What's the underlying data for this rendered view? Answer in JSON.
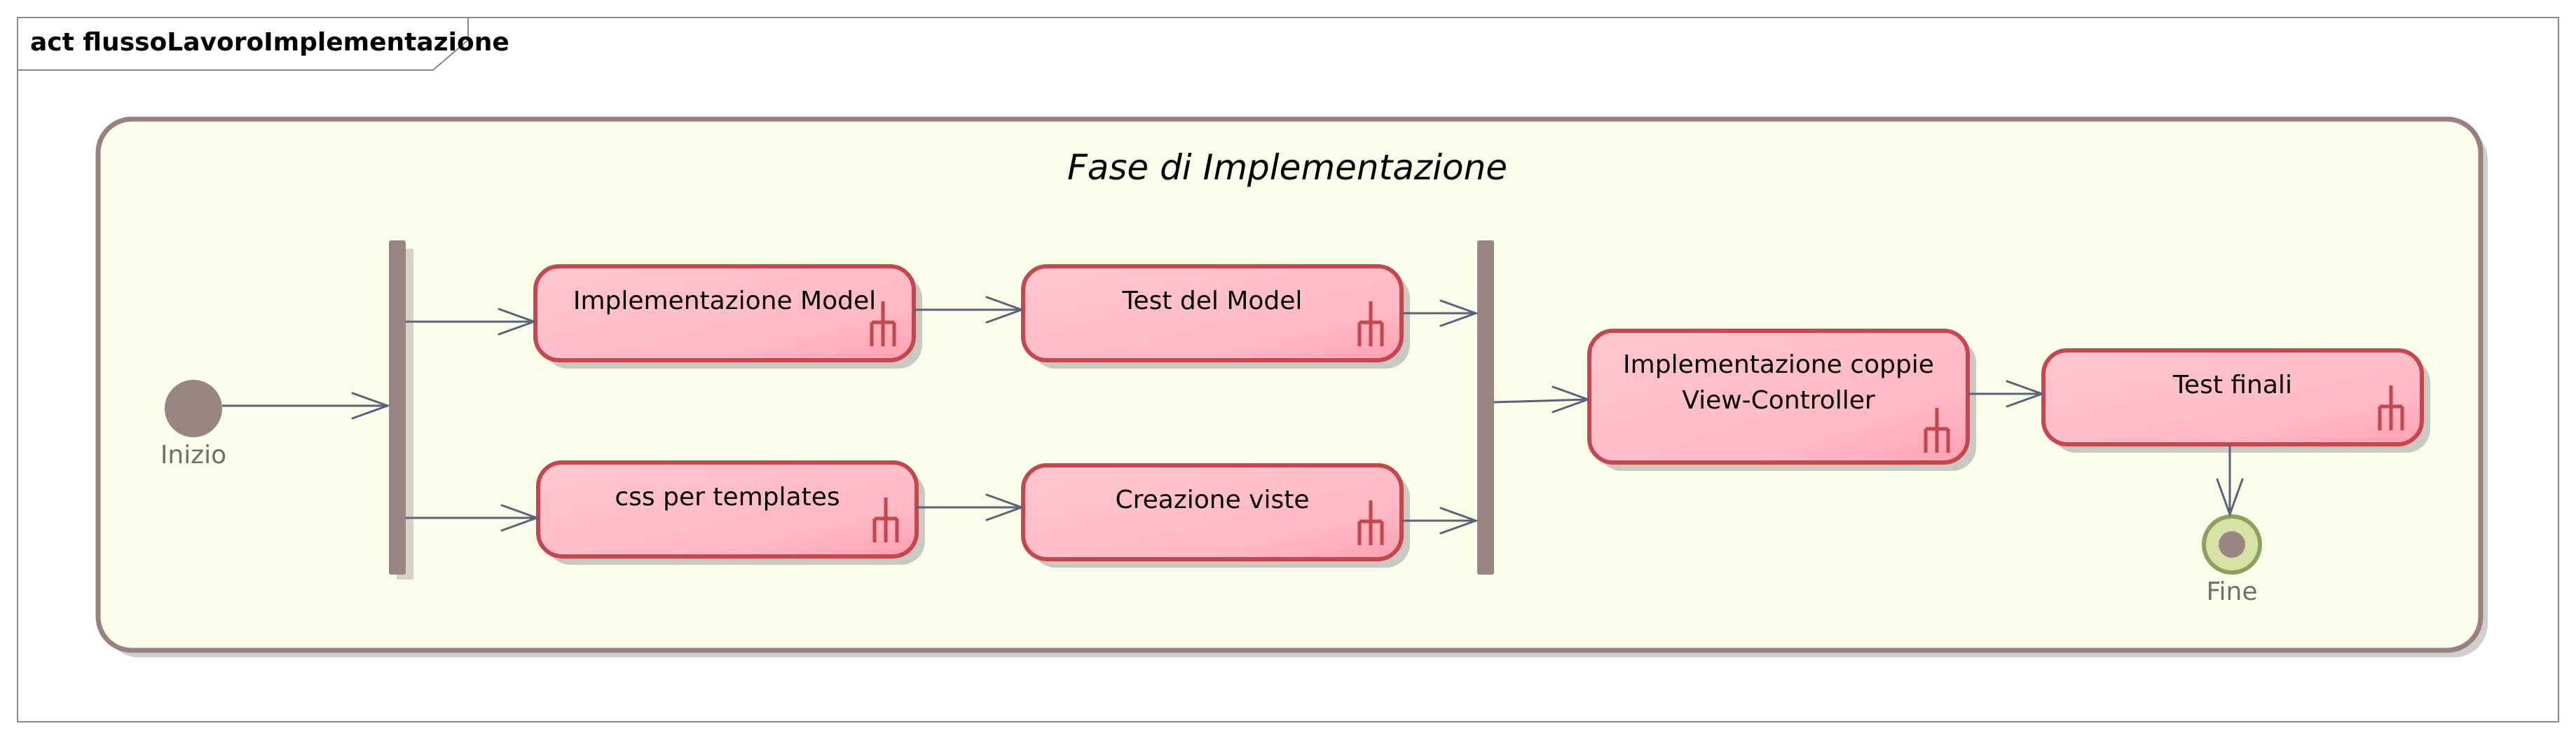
{
  "frame": {
    "title": "act flussoLavoroImplementazione"
  },
  "region": {
    "title": "Fase di Implementazione"
  },
  "nodes": {
    "initial": {
      "label": "Inizio"
    },
    "final": {
      "label": "Fine"
    }
  },
  "actions": [
    {
      "id": "a1",
      "lines": [
        "Implementazione Model"
      ]
    },
    {
      "id": "a2",
      "lines": [
        "Test del Model"
      ]
    },
    {
      "id": "a3",
      "lines": [
        "css per templates"
      ]
    },
    {
      "id": "a4",
      "lines": [
        "Creazione viste"
      ]
    },
    {
      "id": "a5",
      "lines": [
        "Implementazione coppie",
        "View-Controller"
      ]
    },
    {
      "id": "a6",
      "lines": [
        "Test finali"
      ]
    }
  ],
  "colors": {
    "region_fill": "#fbfdeb",
    "region_border": "#9a8080",
    "action_fill": "#ffbfca",
    "action_border": "#c6464e",
    "flow": "#5b6378",
    "bar": "#9a8585",
    "final_ring": "#d7e3a6"
  },
  "icons": {
    "action_icon": "call-behavior-rake-icon"
  }
}
